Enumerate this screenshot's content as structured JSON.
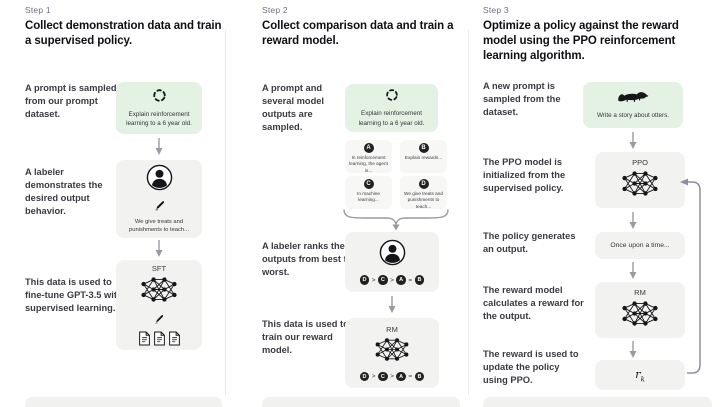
{
  "colors": {
    "prompt_box_green": "#e3f2e3",
    "card_gray": "#f2f2f0",
    "ink": "#0f0f14",
    "muted_gray": "#6e6e80",
    "node_black": "#202123",
    "arrow_gray": "#9a9aa2"
  },
  "steps": [
    {
      "label": "Step 1",
      "heading": "Collect demonstration data and train a supervised policy.",
      "row1_caption": "A prompt is sampled from our prompt dataset.",
      "prompt_text": "Explain reinforcement learning to a 6 year old.",
      "row2_caption": "A labeler demonstrates the desired output behavior.",
      "labeler_note": "We give treats and punishments to teach...",
      "row3_caption": "This data is used to fine-tune GPT-3.5 with supervised learning.",
      "model_label": "SFT"
    },
    {
      "label": "Step 2",
      "heading": "Collect comparison data and train a reward model.",
      "row1_caption": "A prompt and several model outputs are sampled.",
      "prompt_text": "Explain reinforcement learning to a 6 year old.",
      "options": [
        {
          "letter": "A",
          "text": "In reinforcement learning, the agent is..."
        },
        {
          "letter": "B",
          "text": "Explain rewards..."
        },
        {
          "letter": "C",
          "text": "In machine learning..."
        },
        {
          "letter": "D",
          "text": "We give treats and punishments to teach..."
        }
      ],
      "row2_caption": "A labeler ranks the outputs from best to worst.",
      "ranking": {
        "letters": [
          "D",
          "C",
          "A",
          "B"
        ],
        "seps": [
          ">",
          ">",
          "="
        ]
      },
      "row3_caption": "This data is used to train our reward model.",
      "model_label": "RM"
    },
    {
      "label": "Step 3",
      "heading": "Optimize a policy against the reward model using the PPO reinforcement learning algorithm.",
      "row1_caption": "A new prompt is sampled from the dataset.",
      "prompt_text": "Write a story about otters.",
      "row2_caption": "The PPO model is initialized from the supervised policy.",
      "model_label": "PPO",
      "row3_caption": "The policy generates an output.",
      "output_text": "Once upon a time...",
      "row4_caption": "The reward model calculates a reward for the output.",
      "reward_model_label": "RM",
      "row5_caption": "The reward is used to update the policy using PPO.",
      "reward_symbol": {
        "base": "r",
        "sub": "k"
      }
    }
  ]
}
